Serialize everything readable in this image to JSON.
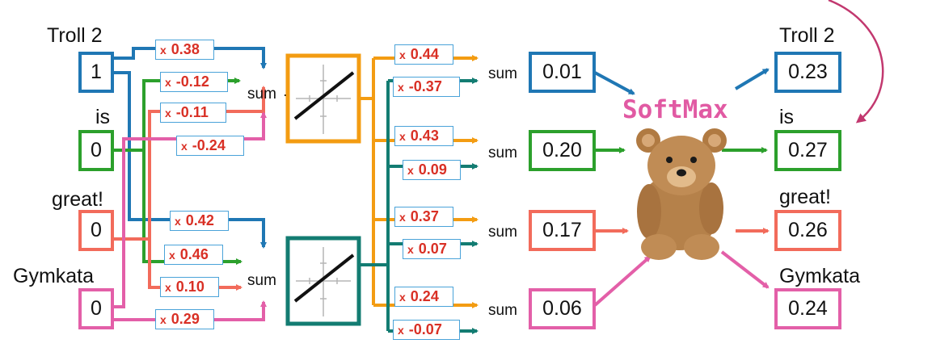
{
  "inputs": [
    {
      "word": "Troll 2",
      "value": "1"
    },
    {
      "word": "is",
      "value": "0"
    },
    {
      "word": "great!",
      "value": "0"
    },
    {
      "word": "Gymkata",
      "value": "0"
    }
  ],
  "hidden_weights_top": [
    "0.38",
    "-0.12",
    "-0.11",
    "-0.24"
  ],
  "hidden_weights_bottom": [
    "0.42",
    "0.46",
    "0.10",
    "0.29"
  ],
  "output_weights": [
    "0.44",
    "-0.37",
    "0.43",
    "0.09",
    "0.37",
    "0.07",
    "0.24",
    "-0.07"
  ],
  "multiply_symbol": "x",
  "sum_label": "sum",
  "output_sums": [
    "0.01",
    "0.20",
    "0.17",
    "0.06"
  ],
  "softmax_label": "SoftMax",
  "softmax_outputs": [
    {
      "word": "Troll 2",
      "value": "0.23"
    },
    {
      "word": "is",
      "value": "0.27"
    },
    {
      "word": "great!",
      "value": "0.26"
    },
    {
      "word": "Gymkata",
      "value": "0.24"
    }
  ],
  "colors": {
    "troll2": "#1f77b4",
    "is": "#2ca02c",
    "great": "#f26b5b",
    "gymkata": "#e35fa8",
    "activation_top": "#f39c12",
    "activation_bottom": "#137c72",
    "weight_text": "#d93025",
    "softmax": "#e15aa3"
  },
  "icons": {
    "activation": "identity-activation-icon",
    "teddy": "teddy-bear-icon"
  }
}
